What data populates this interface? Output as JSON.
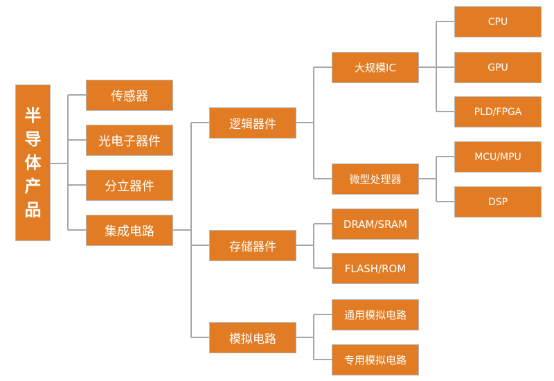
{
  "colors": {
    "box_fill": "#e27c24",
    "box_border": "#b8b8b8",
    "text": "#ffffff",
    "connector": "#a6a6a6"
  },
  "root": {
    "label": "半导体产品"
  },
  "categories": [
    {
      "label": "传感器"
    },
    {
      "label": "光电子器件"
    },
    {
      "label": "分立器件"
    },
    {
      "label": "集成电路"
    }
  ],
  "ic_types": [
    {
      "label": "逻辑器件"
    },
    {
      "label": "存储器件"
    },
    {
      "label": "模拟电路"
    }
  ],
  "logic": [
    {
      "label": "大规模IC"
    },
    {
      "label": "微型处理器"
    }
  ],
  "memory": [
    {
      "label": "DRAM/SRAM"
    },
    {
      "label": "FLASH/ROM"
    }
  ],
  "analog": [
    {
      "label": "通用模拟电路"
    },
    {
      "label": "专用模拟电路"
    }
  ],
  "lsi": [
    {
      "label": "CPU"
    },
    {
      "label": "GPU"
    },
    {
      "label": "PLD/FPGA"
    }
  ],
  "mpu": [
    {
      "label": "MCU/MPU"
    },
    {
      "label": "DSP"
    }
  ]
}
